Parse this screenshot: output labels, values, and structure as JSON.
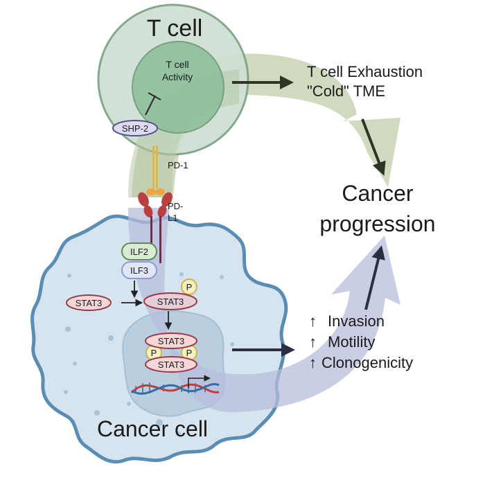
{
  "title": "PD-L1 / ILF2-ILF3 / STAT3 signaling and cancer progression",
  "colors": {
    "tcell_outer": "#cfe0d4",
    "tcell_inner": "#8fbf9c",
    "tcell_stroke": "#7fa486",
    "cancer_fill": "#d6e4ef",
    "cancer_stroke": "#5b8db3",
    "nucleus_fill": "#b9cfe0",
    "green_arrow": "#c9d2b4",
    "blue_arrow": "#c3c8e0",
    "pd1": "#e0b54a",
    "pdl1": "#b84040",
    "pdl1_stem": "#7a2a48",
    "stat3_fill": "#f6d6d6",
    "stat3_stroke": "#9a3a46",
    "p_fill": "#f5efc4",
    "p_stroke": "#c9b34a",
    "ilf2_fill": "#d9ebd3",
    "ilf2_stroke": "#5f8a5a",
    "ilf3_fill": "#e1e6f6",
    "ilf3_stroke": "#8f9ad0",
    "shp2_fill": "#dcdaf0",
    "shp2_stroke": "#55508a",
    "dna_red": "#c83a3a",
    "dna_blue": "#2f6fa6",
    "arrow_dark": "#2e3526"
  },
  "tcell": {
    "title": "T cell",
    "activity_label_line1": "T cell",
    "activity_label_line2": "Activity",
    "shp2_label": "SHP-2",
    "pd1_label": "PD-1"
  },
  "cancer_cell": {
    "title": "Cancer cell",
    "pdl1_label_line1": "PD-",
    "pdl1_label_line2": "L1",
    "ilf2_label": "ILF2",
    "ilf3_label": "ILF3",
    "stat3_label": "STAT3",
    "stat3_phospho_label": "STAT3",
    "dimer_top_label": "STAT3",
    "dimer_bottom_label": "STAT3",
    "phospho_symbol": "P"
  },
  "outcomes": {
    "exhaustion_line1": "T cell Exhaustion",
    "exhaustion_line2": "\"Cold\" TME",
    "progression_line1": "Cancer",
    "progression_line2": "progression",
    "effects": [
      {
        "arrow": "↑",
        "label": "Invasion"
      },
      {
        "arrow": "↑",
        "label": "Motility"
      },
      {
        "arrow": "↑",
        "label": "Clonogenicity"
      }
    ]
  }
}
